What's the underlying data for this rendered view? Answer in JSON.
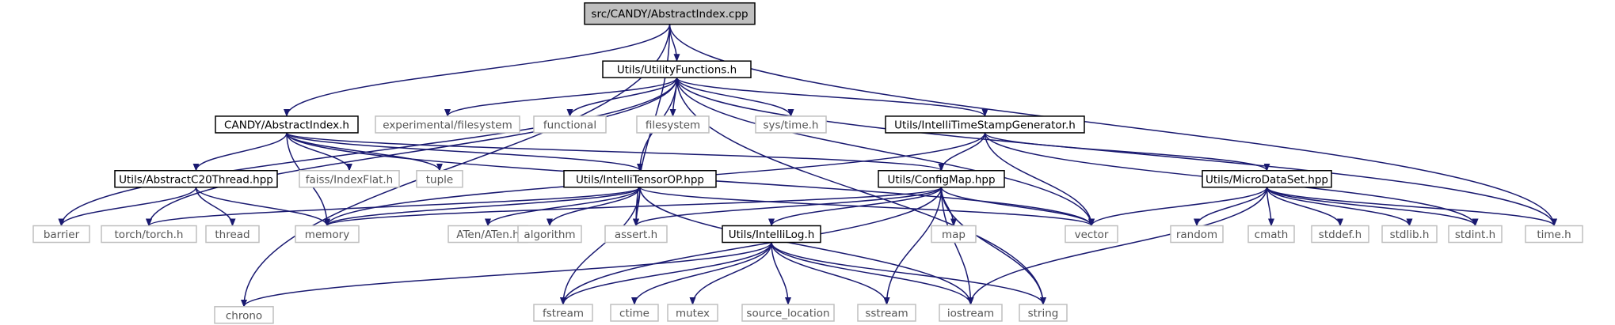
{
  "graph": {
    "root": "src/CANDY/AbstractIndex.cpp",
    "edge_color": "#191970",
    "nodes": [
      {
        "id": "root",
        "label": "src/CANDY/AbstractIndex.cpp",
        "kind": "root"
      },
      {
        "id": "utilfunc",
        "label": "Utils/UtilityFunctions.h",
        "kind": "local"
      },
      {
        "id": "absidx",
        "label": "CANDY/AbstractIndex.h",
        "kind": "local"
      },
      {
        "id": "timestamp",
        "label": "Utils/IntelliTimeStampGenerator.h",
        "kind": "local"
      },
      {
        "id": "expfs",
        "label": "experimental/filesystem",
        "kind": "system"
      },
      {
        "id": "functional",
        "label": "functional",
        "kind": "system"
      },
      {
        "id": "filesystem",
        "label": "filesystem",
        "kind": "system"
      },
      {
        "id": "systime",
        "label": "sys/time.h",
        "kind": "system"
      },
      {
        "id": "absthread",
        "label": "Utils/AbstractC20Thread.hpp",
        "kind": "local"
      },
      {
        "id": "faiss",
        "label": "faiss/IndexFlat.h",
        "kind": "system"
      },
      {
        "id": "tuple",
        "label": "tuple",
        "kind": "system"
      },
      {
        "id": "tensorop",
        "label": "Utils/IntelliTensorOP.hpp",
        "kind": "local"
      },
      {
        "id": "configmap",
        "label": "Utils/ConfigMap.hpp",
        "kind": "local"
      },
      {
        "id": "microdata",
        "label": "Utils/MicroDataSet.hpp",
        "kind": "local"
      },
      {
        "id": "barrier",
        "label": "barrier",
        "kind": "system"
      },
      {
        "id": "torch",
        "label": "torch/torch.h",
        "kind": "system"
      },
      {
        "id": "thread",
        "label": "thread",
        "kind": "system"
      },
      {
        "id": "memory",
        "label": "memory",
        "kind": "system"
      },
      {
        "id": "aten",
        "label": "ATen/ATen.h",
        "kind": "system"
      },
      {
        "id": "algorithm",
        "label": "algorithm",
        "kind": "system"
      },
      {
        "id": "assert",
        "label": "assert.h",
        "kind": "system"
      },
      {
        "id": "intellilog",
        "label": "Utils/IntelliLog.h",
        "kind": "local"
      },
      {
        "id": "map",
        "label": "map",
        "kind": "system"
      },
      {
        "id": "vector",
        "label": "vector",
        "kind": "system"
      },
      {
        "id": "random",
        "label": "random",
        "kind": "system"
      },
      {
        "id": "cmath",
        "label": "cmath",
        "kind": "system"
      },
      {
        "id": "stddef",
        "label": "stddef.h",
        "kind": "system"
      },
      {
        "id": "stdlib",
        "label": "stdlib.h",
        "kind": "system"
      },
      {
        "id": "stdint",
        "label": "stdint.h",
        "kind": "system"
      },
      {
        "id": "timeh",
        "label": "time.h",
        "kind": "system"
      },
      {
        "id": "chrono",
        "label": "chrono",
        "kind": "system"
      },
      {
        "id": "fstream",
        "label": "fstream",
        "kind": "system"
      },
      {
        "id": "ctime",
        "label": "ctime",
        "kind": "system"
      },
      {
        "id": "mutex",
        "label": "mutex",
        "kind": "system"
      },
      {
        "id": "srcloc",
        "label": "source_location",
        "kind": "system"
      },
      {
        "id": "sstream",
        "label": "sstream",
        "kind": "system"
      },
      {
        "id": "iostream",
        "label": "iostream",
        "kind": "system"
      },
      {
        "id": "string",
        "label": "string",
        "kind": "system"
      }
    ],
    "edges": [
      [
        "root",
        "utilfunc"
      ],
      [
        "root",
        "absidx"
      ],
      [
        "root",
        "chrono"
      ],
      [
        "root",
        "assert"
      ],
      [
        "root",
        "timeh"
      ],
      [
        "utilfunc",
        "expfs"
      ],
      [
        "utilfunc",
        "functional"
      ],
      [
        "utilfunc",
        "filesystem"
      ],
      [
        "utilfunc",
        "systime"
      ],
      [
        "utilfunc",
        "timestamp"
      ],
      [
        "utilfunc",
        "tensorop"
      ],
      [
        "utilfunc",
        "barrier"
      ],
      [
        "utilfunc",
        "torch"
      ],
      [
        "utilfunc",
        "vector"
      ],
      [
        "utilfunc",
        "string"
      ],
      [
        "utilfunc",
        "timeh"
      ],
      [
        "absidx",
        "absthread"
      ],
      [
        "absidx",
        "faiss"
      ],
      [
        "absidx",
        "tuple"
      ],
      [
        "absidx",
        "tensorop"
      ],
      [
        "absidx",
        "configmap"
      ],
      [
        "absidx",
        "memory"
      ],
      [
        "absidx",
        "vector"
      ],
      [
        "timestamp",
        "configmap"
      ],
      [
        "timestamp",
        "microdata"
      ],
      [
        "timestamp",
        "memory"
      ],
      [
        "timestamp",
        "vector"
      ],
      [
        "timestamp",
        "stdint"
      ],
      [
        "absthread",
        "barrier"
      ],
      [
        "absthread",
        "thread"
      ],
      [
        "absthread",
        "memory"
      ],
      [
        "tensorop",
        "torch"
      ],
      [
        "tensorop",
        "memory"
      ],
      [
        "tensorop",
        "aten"
      ],
      [
        "tensorop",
        "algorithm"
      ],
      [
        "tensorop",
        "assert"
      ],
      [
        "tensorop",
        "fstream"
      ],
      [
        "tensorop",
        "iostream"
      ],
      [
        "tensorop",
        "vector"
      ],
      [
        "configmap",
        "memory"
      ],
      [
        "configmap",
        "assert"
      ],
      [
        "configmap",
        "intellilog"
      ],
      [
        "configmap",
        "map"
      ],
      [
        "configmap",
        "vector"
      ],
      [
        "configmap",
        "fstream"
      ],
      [
        "configmap",
        "sstream"
      ],
      [
        "configmap",
        "iostream"
      ],
      [
        "configmap",
        "string"
      ],
      [
        "microdata",
        "vector"
      ],
      [
        "microdata",
        "random"
      ],
      [
        "microdata",
        "cmath"
      ],
      [
        "microdata",
        "stddef"
      ],
      [
        "microdata",
        "stdlib"
      ],
      [
        "microdata",
        "stdint"
      ],
      [
        "microdata",
        "timeh"
      ],
      [
        "microdata",
        "iostream"
      ],
      [
        "intellilog",
        "chrono"
      ],
      [
        "intellilog",
        "fstream"
      ],
      [
        "intellilog",
        "ctime"
      ],
      [
        "intellilog",
        "mutex"
      ],
      [
        "intellilog",
        "srcloc"
      ],
      [
        "intellilog",
        "sstream"
      ],
      [
        "intellilog",
        "iostream"
      ],
      [
        "intellilog",
        "string"
      ]
    ]
  }
}
